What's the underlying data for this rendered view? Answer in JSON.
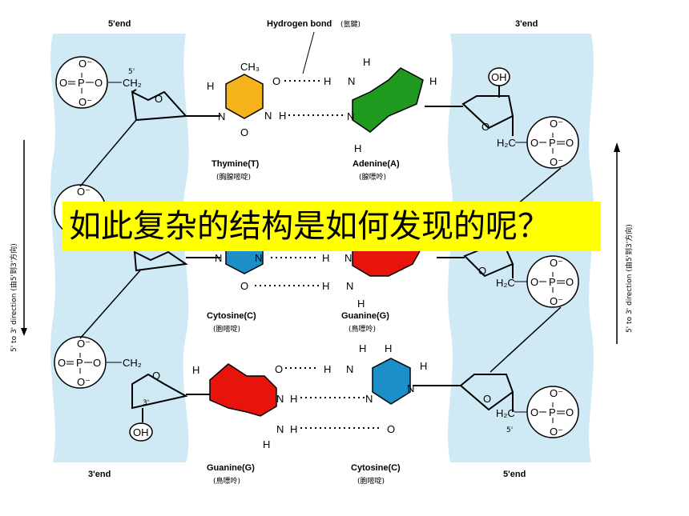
{
  "labels": {
    "five_end_top": "5'end",
    "three_end_top": "3'end",
    "three_end_bottom": "3'end",
    "five_end_bottom": "5'end",
    "hydrogen_bond": "Hydrogen bond",
    "hydrogen_bond_cn": "(氫鍵)",
    "left_direction": "5' to 3' direction (由5'到3'方向)",
    "right_direction": "5' to 3' direction (由5'到3'方向)"
  },
  "bases": {
    "thymine": "Thymine(T)",
    "thymine_cn": "(胸腺嘧啶)",
    "adenine": "Adenine(A)",
    "adenine_cn": "(腺嘌呤)",
    "cytosine_mid": "Cytosine(C)",
    "cytosine_mid_cn": "(胞嘧啶)",
    "guanine_mid": "Guanine(G)",
    "guanine_mid_cn": "(鳥嘌呤)",
    "guanine_bottom": "Guanine(G)",
    "guanine_bottom_cn": "(鳥嘌呤)",
    "cytosine_bottom": "Cytosine(C)",
    "cytosine_bottom_cn": "(胞嘧啶)"
  },
  "atoms": {
    "O": "O",
    "P": "P",
    "H": "H",
    "N": "N",
    "C": "C",
    "OH": "OH",
    "CH2": "CH₂",
    "H2C": "H₂C",
    "CH3": "CH₃",
    "Ominus": "O⁻",
    "five_prime": "5'",
    "three_prime": "3'"
  },
  "banner": {
    "text": "如此复杂的结构是如何发现的呢？"
  },
  "colors": {
    "backbone": "#cfe9f5",
    "thymine": "#f5b21a",
    "adenine": "#1f9a1f",
    "cytosine": "#1c8fc8",
    "guanine": "#e8140c",
    "banner": "#ffff00"
  }
}
